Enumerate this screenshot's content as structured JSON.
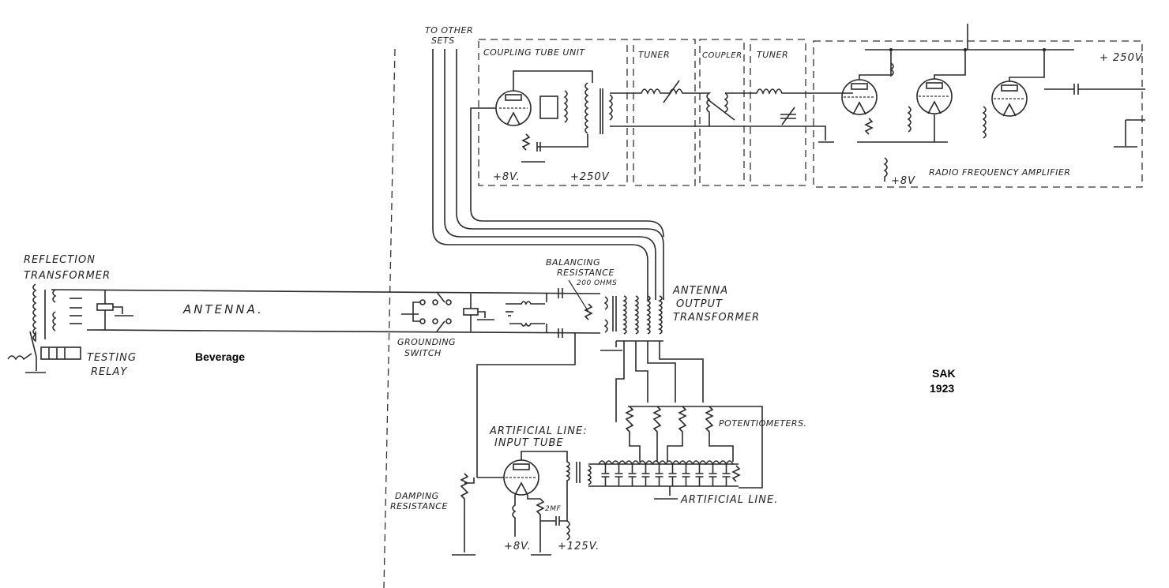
{
  "diagram": {
    "annotations": {
      "source": "Beverage",
      "credit_line1": "SAK",
      "credit_line2": "1923"
    },
    "labels": {
      "to_other_sets_1": "TO OTHER",
      "to_other_sets_2": "SETS",
      "coupling_tube_unit": "COUPLING TUBE UNIT",
      "tuner_1": "TUNER",
      "coupler": "COUPLER",
      "tuner_2": "TUNER",
      "plus_8v_coupling": "+8V.",
      "plus_250v_coupling": "+250V",
      "plus_250v_rf": "+ 250V",
      "plus_8v_rf": "+8V",
      "rf_amplifier": "RADIO FREQUENCY AMPLIFIER",
      "reflection_transformer_1": "REFLECTION",
      "reflection_transformer_2": "TRANSFORMER",
      "antenna": "ANTENNA.",
      "testing_relay_1": "TESTING",
      "testing_relay_2": "RELAY",
      "grounding_switch_1": "GROUNDING",
      "grounding_switch_2": "SWITCH",
      "balancing_resistance_1": "BALANCING",
      "balancing_resistance_2": "RESISTANCE",
      "balancing_resistance_3": "200 OHMS",
      "antenna_output_transformer_1": "ANTENNA",
      "antenna_output_transformer_2": "OUTPUT",
      "antenna_output_transformer_3": "TRANSFORMER",
      "potentiometers": "POTENTIOMETERS.",
      "artificial_line_input_tube_1": "ARTIFICIAL LINE:",
      "artificial_line_input_tube_2": "INPUT TUBE",
      "damping_resistance_1": "DAMPING",
      "damping_resistance_2": "RESISTANCE",
      "two_mf": "2MF",
      "plus_8v_input": "+8V.",
      "plus_125v_input": "+125V.",
      "artificial_line": "ARTIFICIAL LINE."
    },
    "blocks": [
      "coupling-tube-unit",
      "tuner",
      "coupler",
      "tuner",
      "radio-frequency-amplifier"
    ],
    "rf_amplifier_stage_count": 3,
    "potentiometer_count": 4,
    "artificial_line_section_count": 10
  }
}
